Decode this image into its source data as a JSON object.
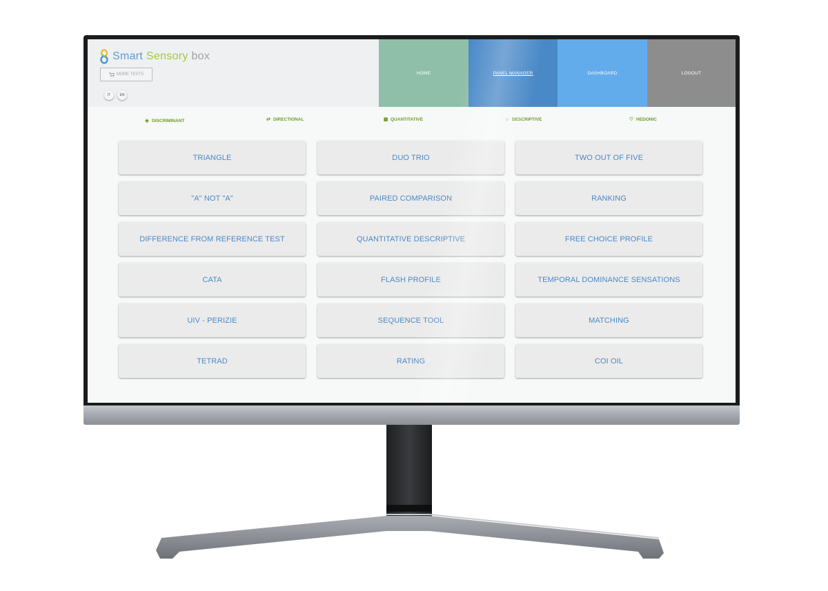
{
  "brand": {
    "word1": "Smart",
    "word2": "Sensory",
    "word3": "box",
    "more_tests_label": "MORE TESTS",
    "languages": [
      "IT",
      "EN"
    ]
  },
  "nav": [
    {
      "label": "HOME",
      "color": "#8fbfa9"
    },
    {
      "label": "PANEL MANAGER",
      "color": "#4a89c8",
      "active": true
    },
    {
      "label": "DASHBOARD",
      "color": "#62aceb"
    },
    {
      "label": "LOGOUT",
      "color": "#8d8d8d"
    }
  ],
  "categories": [
    {
      "label": "DISCRIMINANT",
      "icon": "discriminant-icon"
    },
    {
      "label": "DIRECTIONAL",
      "icon": "arrows-icon"
    },
    {
      "label": "QUANTITATIVE",
      "icon": "bar-chart-icon"
    },
    {
      "label": "DESCRIPTIVE",
      "icon": "sun-icon"
    },
    {
      "label": "HEDONIC",
      "icon": "heart-icon"
    }
  ],
  "tests": [
    [
      "TRIANGLE",
      "DUO TRIO",
      "TWO OUT OF FIVE"
    ],
    [
      "\"A\" NOT \"A\"",
      "PAIRED COMPARISON",
      "RANKING"
    ],
    [
      "DIFFERENCE FROM REFERENCE TEST",
      "QUANTITATIVE DESCRIPTIVE",
      "FREE CHOICE PROFILE"
    ],
    [
      "CATA",
      "FLASH PROFILE",
      "TEMPORAL DOMINANCE SENSATIONS"
    ],
    [
      "UIV - PERIZIE",
      "SEQUENCE TOOL",
      "MATCHING"
    ],
    [
      "TETRAD",
      "RATING",
      "COI OIL"
    ]
  ],
  "colors": {
    "accent_text": "#4a88c6",
    "category_green": "#6b9e1f"
  }
}
